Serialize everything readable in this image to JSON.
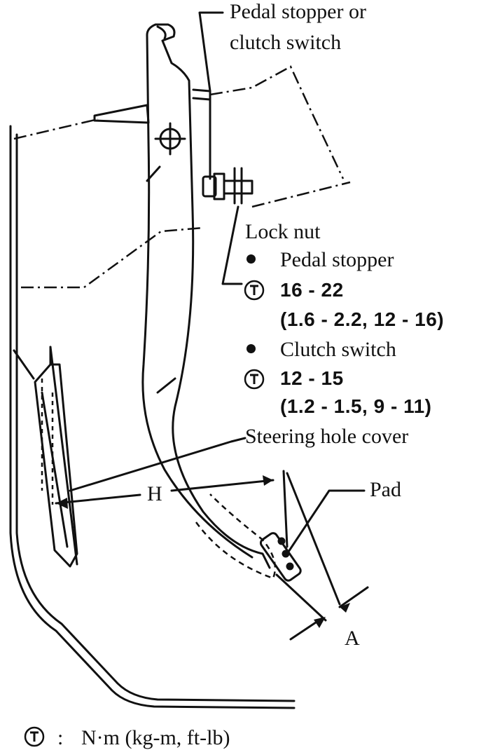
{
  "labels": {
    "pedal_stopper_or_clutch_switch_line1": "Pedal stopper or",
    "pedal_stopper_or_clutch_switch_line2": "clutch switch",
    "lock_nut": "Lock nut",
    "pedal_stopper": "Pedal stopper",
    "clutch_switch": "Clutch switch",
    "steering_hole_cover": "Steering hole cover",
    "pad": "Pad",
    "dimension_h": "H",
    "dimension_a": "A"
  },
  "torque": {
    "pedal_stopper_nm": "16 - 22",
    "pedal_stopper_alt": "(1.6 - 2.2, 12 - 16)",
    "clutch_switch_nm": "12 - 15",
    "clutch_switch_alt": "(1.2 - 1.5, 9 - 11)"
  },
  "legend": {
    "symbol_glyph": "T",
    "separator": ":",
    "units": "N·m (kg-m, ft-lb)"
  },
  "colors": {
    "ink": "#111111",
    "background": "#ffffff"
  }
}
